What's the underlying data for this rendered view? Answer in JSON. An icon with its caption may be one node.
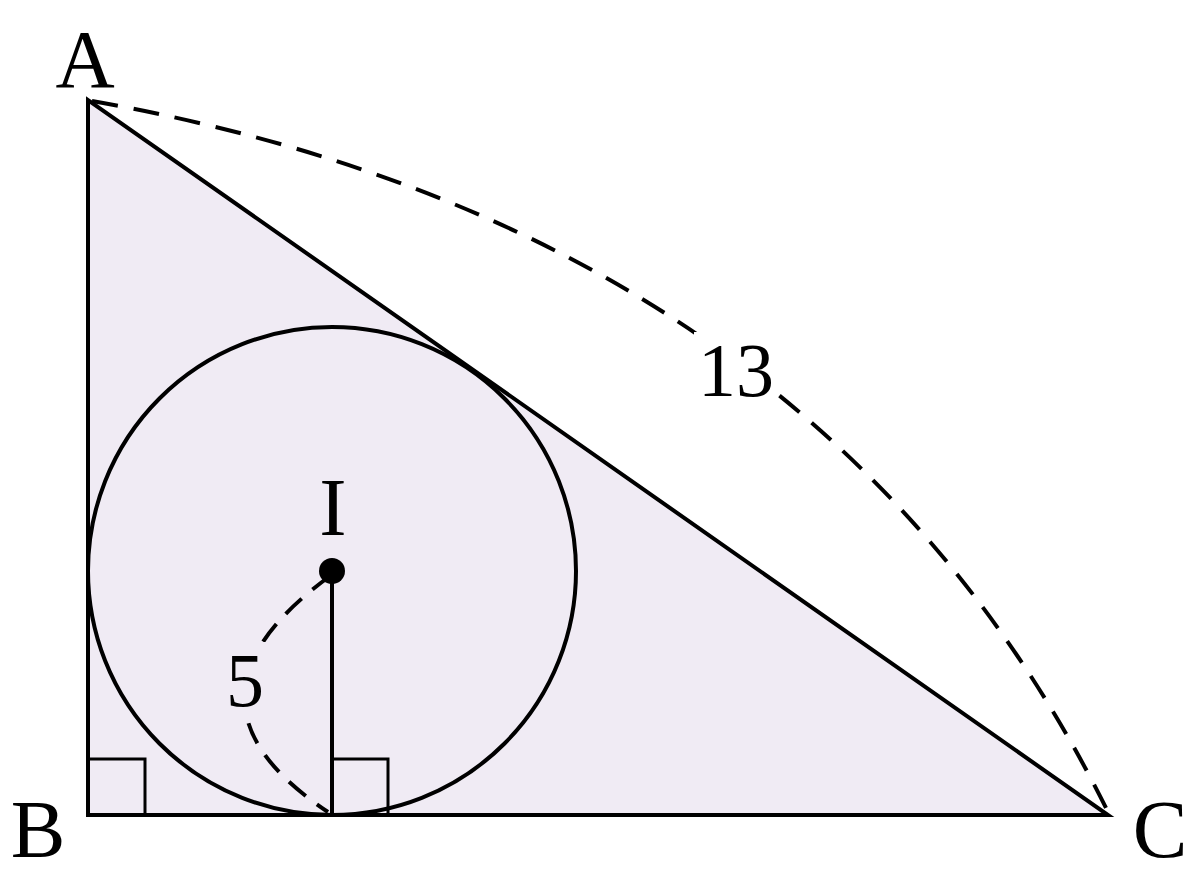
{
  "diagram": {
    "labels": [
      "A",
      "B",
      "C",
      "I",
      "13",
      "5"
    ]
  }
}
